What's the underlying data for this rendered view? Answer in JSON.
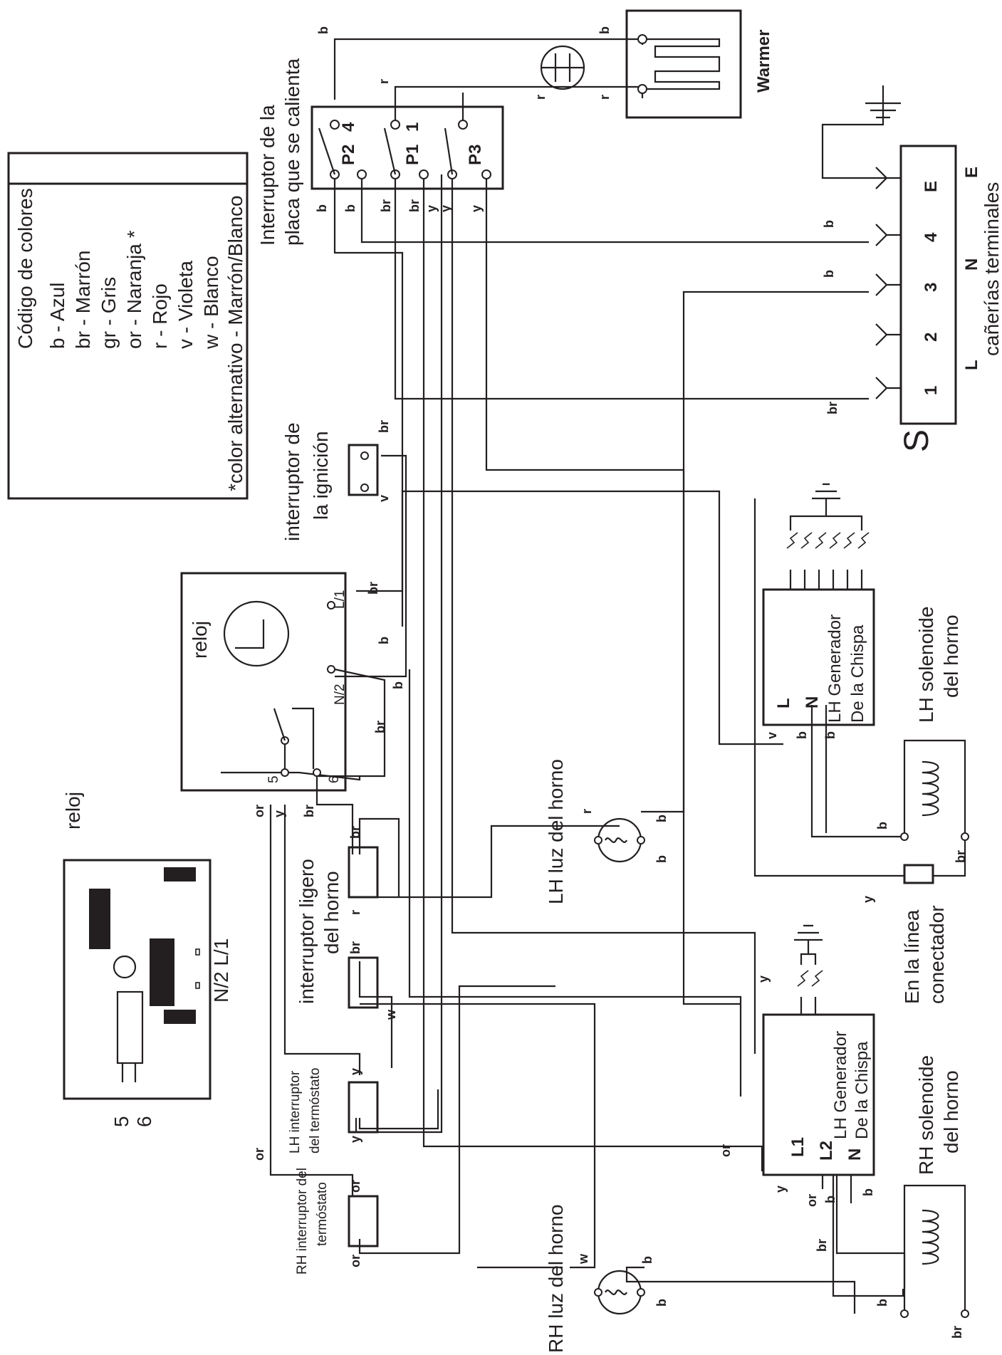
{
  "legend": {
    "title": "Código de colores",
    "items": [
      "b - Azul",
      "br - Marrón",
      "gr - Gris",
      "or - Naranja *",
      "r - Rojo",
      "v - Violeta",
      "w - Blanco",
      "*color alternativo - Marrón/Blanco"
    ]
  },
  "hob_switch": {
    "label_line1": "Interruptor de la",
    "label_line2": "placa que se calienta",
    "p2": "P2",
    "p1": "P1",
    "p3": "P3",
    "t4": "4",
    "t1": "1"
  },
  "warmer": {
    "label": "Warmer"
  },
  "terminals": {
    "label": "cañerías terminales",
    "pins": [
      "1",
      "2",
      "3",
      "4",
      "E"
    ],
    "L": "L",
    "N": "N",
    "E": "E",
    "S": "S"
  },
  "ignition_switch": {
    "label_line1": "interruptor de",
    "label_line2": "la ignición"
  },
  "clock": {
    "label": "reloj",
    "l1": "L/1",
    "n2": "N/2",
    "t5": "5",
    "t6": "6"
  },
  "clock_detail": {
    "label": "reloj",
    "n2_l1": "N/2  L/1",
    "t5": "5",
    "t6": "6"
  },
  "lh_generator": {
    "line1": "LH Generador",
    "line2": "De la Chispa",
    "L": "L",
    "N": "N"
  },
  "rh_generator": {
    "line1": "LH Generador",
    "line2": "De la Chispa",
    "L1": "L1",
    "L2": "L2",
    "N": "N"
  },
  "lh_solenoid": {
    "line1": "LH solenoide",
    "line2": "del horno"
  },
  "rh_solenoid": {
    "line1": "RH solenoide",
    "line2": "del horno"
  },
  "lh_lamp": {
    "label": "LH luz del horno"
  },
  "rh_lamp": {
    "label": "RH luz del horno"
  },
  "oven_light_switch": {
    "line1": "interruptor ligero",
    "line2": "del horno"
  },
  "lh_thermostat": {
    "line1": "LH interruptor",
    "line2": "del termóstato"
  },
  "rh_thermostat": {
    "line1": "RH interruptor del",
    "line2": "termóstato"
  },
  "connector": {
    "line1": "En la línea",
    "line2": "conectador"
  },
  "wire_labels": [
    "b",
    "br",
    "y",
    "r",
    "v",
    "w",
    "or"
  ]
}
